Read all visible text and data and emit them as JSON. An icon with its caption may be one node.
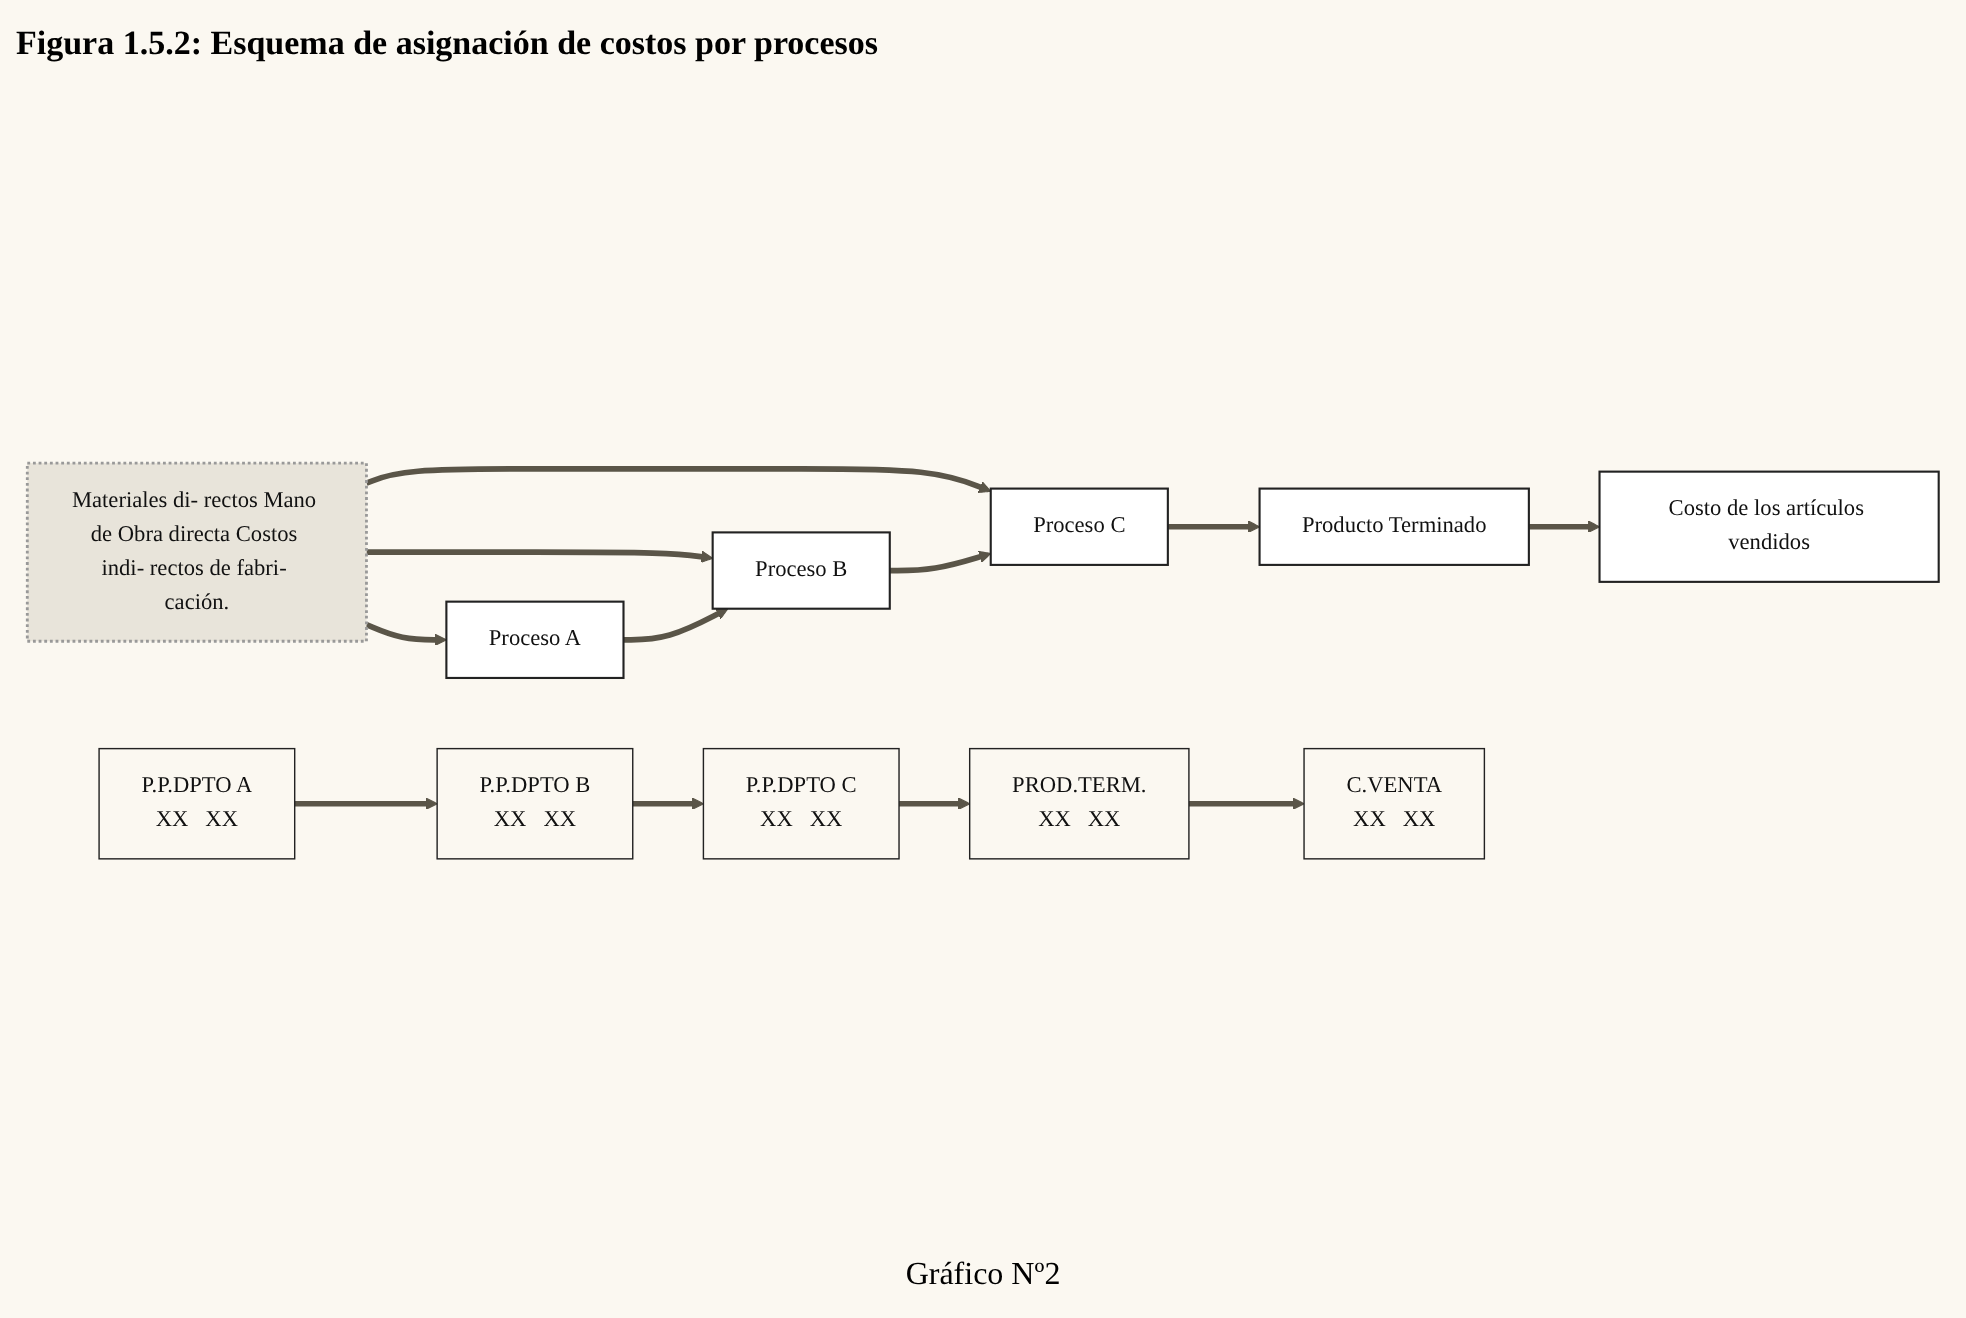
{
  "diagram": {
    "title": "Figura 1.5.2: Esquema de asignación de costos por procesos",
    "caption": "Gráfico Nº2",
    "nodes": [
      {
        "text": [
          "Materiales di- rectos Mano de Obra directa Costos indi- rectos de fabri- cación."
        ]
      },
      {
        "text": [
          "Proceso A"
        ]
      },
      {
        "text": [
          "Proceso B"
        ]
      },
      {
        "text": [
          "Proceso C"
        ]
      },
      {
        "text": [
          "Producto Terminado"
        ]
      },
      {
        "text": [
          "Costo de los artículos vendidos"
        ]
      },
      {
        "text": [
          "P.P.DPTO A",
          "XX",
          "XX"
        ]
      },
      {
        "text": [
          "P.P.DPTO B",
          "XX",
          "XX"
        ]
      },
      {
        "text": [
          "P.P.DPTO C",
          "XX",
          "XX"
        ]
      },
      {
        "text": [
          "PROD.TERM.",
          "XX",
          "XX"
        ]
      },
      {
        "text": [
          "C.VENTA",
          "XX",
          "XX"
        ]
      }
    ],
    "edges": [
      {
        "from": 0,
        "to": 1,
        "arrow": "to"
      },
      {
        "from": 0,
        "to": 2,
        "arrow": "to"
      },
      {
        "from": 0,
        "to": 3,
        "arrow": "to"
      },
      {
        "from": 1,
        "to": 2,
        "arrow": "to"
      },
      {
        "from": 2,
        "to": 3,
        "arrow": "to"
      },
      {
        "from": 3,
        "to": 4,
        "arrow": "to"
      },
      {
        "from": 4,
        "to": 5,
        "arrow": "to"
      },
      {
        "from": 6,
        "to": 7,
        "arrow": "to"
      },
      {
        "from": 7,
        "to": 8,
        "arrow": "to"
      },
      {
        "from": 8,
        "to": 9,
        "arrow": "to"
      },
      {
        "from": 9,
        "to": 10,
        "arrow": "to"
      }
    ]
  }
}
